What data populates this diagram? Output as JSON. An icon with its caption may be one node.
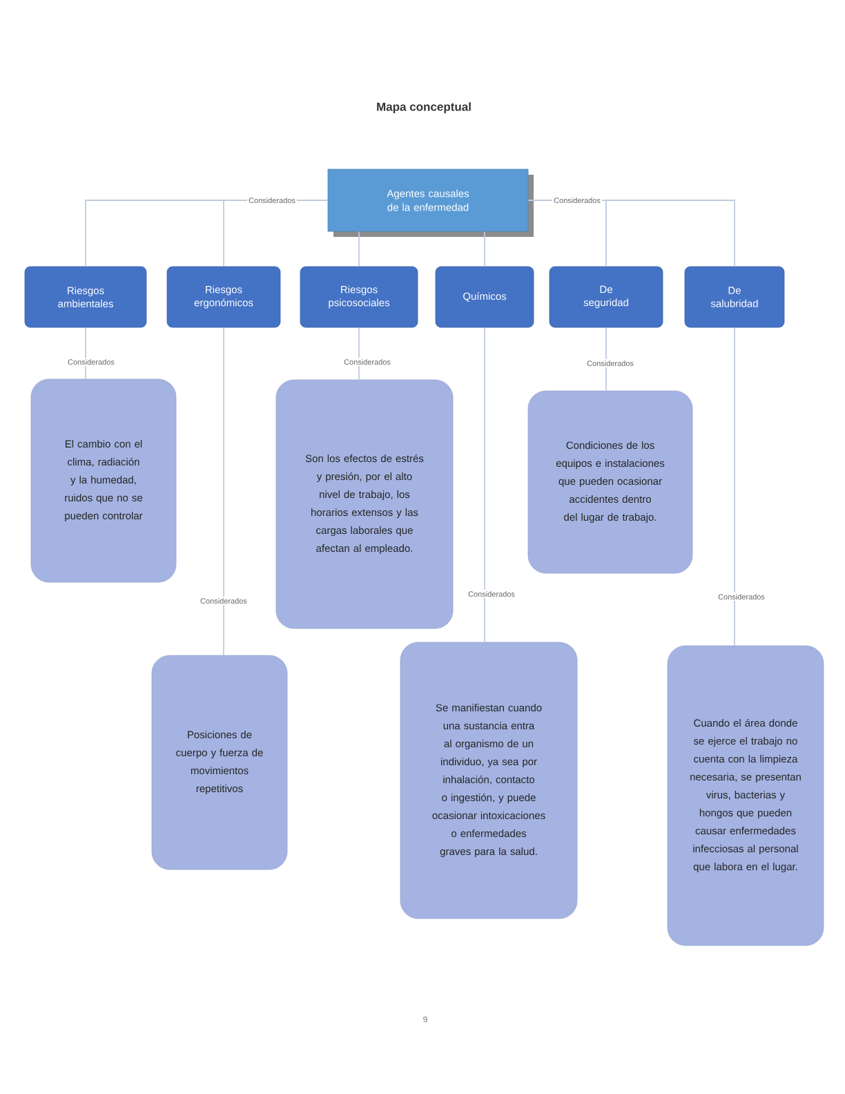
{
  "diagram": {
    "title": "Mapa conceptual",
    "nodes": [
      {
        "text": [
          "Agentes causales de la enfermedad"
        ]
      },
      {
        "text": [
          "Riesgos ambientales"
        ]
      },
      {
        "text": [
          "Riesgos ergonómicos"
        ]
      },
      {
        "text": [
          "Riesgos psicosociales"
        ]
      },
      {
        "text": [
          "Químicos"
        ]
      },
      {
        "text": [
          "De seguridad"
        ]
      },
      {
        "text": [
          "De salubridad"
        ]
      },
      {
        "text": [
          "El cambio con el clima, radiación y la humedad, ruidos que no se pueden controlar"
        ]
      },
      {
        "text": [
          "Posiciones de cuerpo y fuerza de movimientos repetitivos"
        ]
      },
      {
        "text": [
          "Son los efectos de estrés y presión, por el alto nivel de trabajo, los horarios extensos y las cargas laborales que afectan al empleado."
        ]
      },
      {
        "text": [
          "Se manifiestan cuando una sustancia entra al organismo de un individuo, ya sea por inhalación, contacto o ingestión, y puede ocasionar intoxicaciones o enfermedades graves para la salud."
        ]
      },
      {
        "text": [
          "Condiciones de los equipos e instalaciones que pueden ocasionar accidentes dentro del lugar de trabajo."
        ]
      },
      {
        "text": [
          "Cuando el área donde se ejerce el trabajo no cuenta con la limpieza necesaria, se presentan virus, bacterias y hongos que pueden causar enfermedades infecciosas al personal que labora en el lugar."
        ]
      }
    ],
    "edges": [
      {
        "from": 0,
        "to": 1,
        "arrow": "none"
      },
      {
        "from": 0,
        "to": 2,
        "arrow": "none",
        "label": "Considerados"
      },
      {
        "from": 0,
        "to": 3,
        "arrow": "none"
      },
      {
        "from": 0,
        "to": 4,
        "arrow": "none"
      },
      {
        "from": 0,
        "to": 5,
        "arrow": "none",
        "label": "Considerados"
      },
      {
        "from": 0,
        "to": 6,
        "arrow": "none"
      },
      {
        "from": 1,
        "to": 7,
        "arrow": "none",
        "label": "Considerados"
      },
      {
        "from": 2,
        "to": 8,
        "arrow": "none",
        "label": "Considerados"
      },
      {
        "from": 3,
        "to": 9,
        "arrow": "none",
        "label": "Considerados"
      },
      {
        "from": 4,
        "to": 10,
        "arrow": "none",
        "label": "Considerados"
      },
      {
        "from": 5,
        "to": 11,
        "arrow": "none",
        "label": "Considerados"
      },
      {
        "from": 6,
        "to": 12,
        "arrow": "none",
        "label": "Considerados"
      }
    ],
    "labels": [
      "9"
    ]
  }
}
